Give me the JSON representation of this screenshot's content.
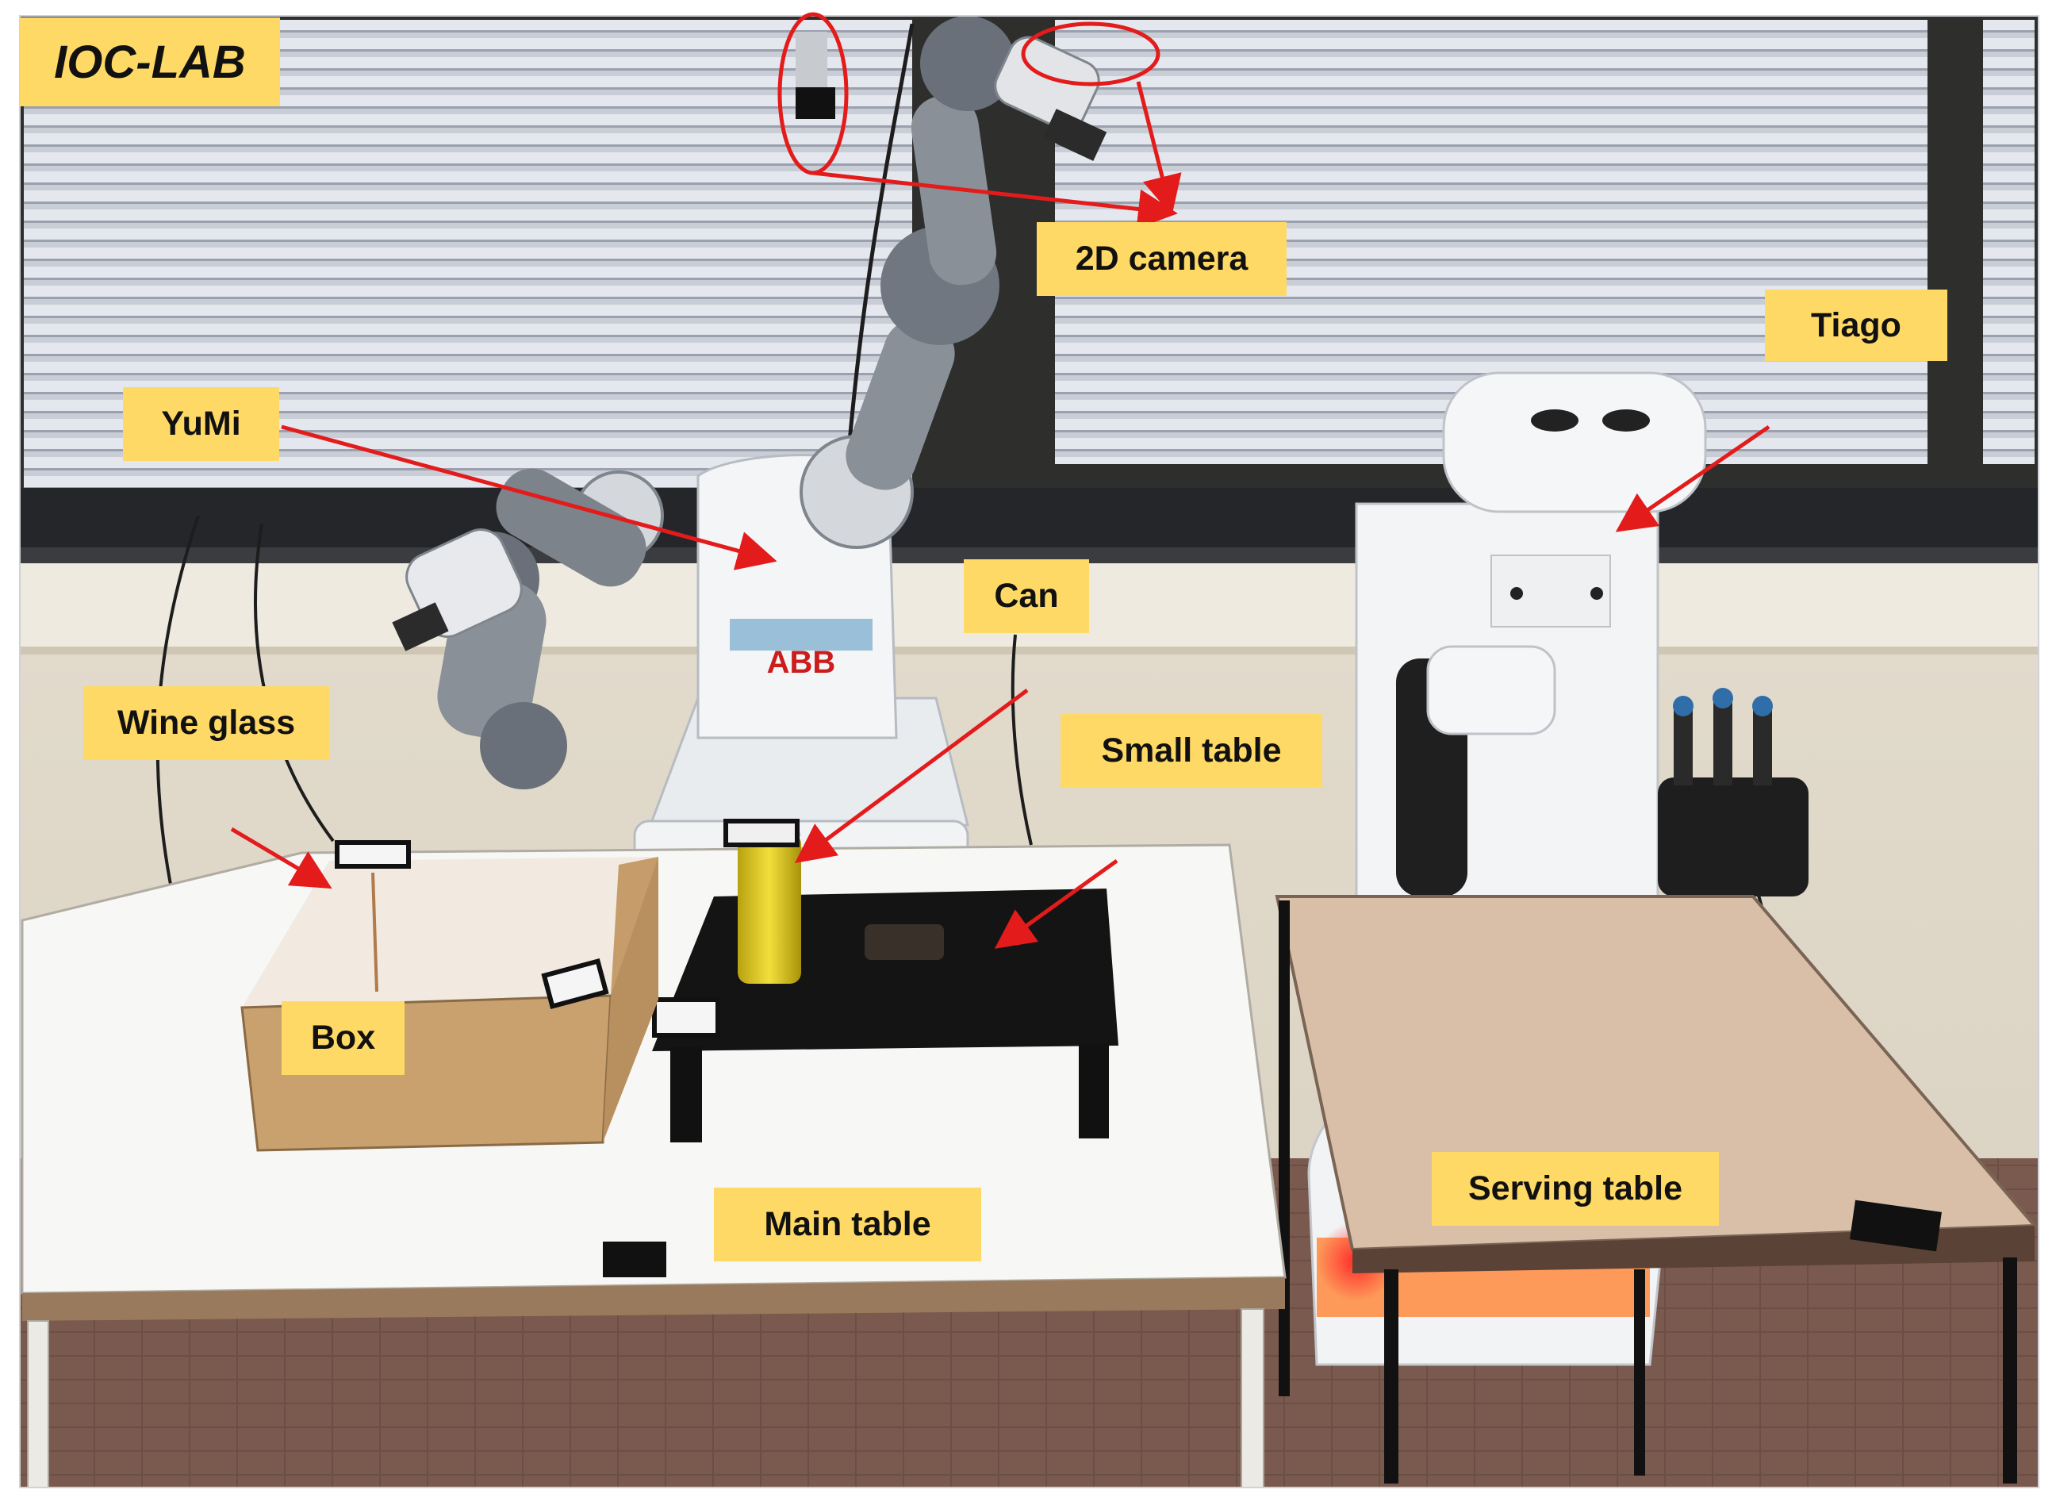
{
  "labels": {
    "lab": "IOC-LAB",
    "camera": "2D camera",
    "tiago": "Tiago",
    "yumi": "YuMi",
    "can": "Can",
    "wine_glass": "Wine glass",
    "small_table": "Small table",
    "box": "Box",
    "main_table": "Main table",
    "serving_table": "Serving table"
  },
  "colors": {
    "label_bg": "#ffd966",
    "arrow": "#e31b1b"
  }
}
